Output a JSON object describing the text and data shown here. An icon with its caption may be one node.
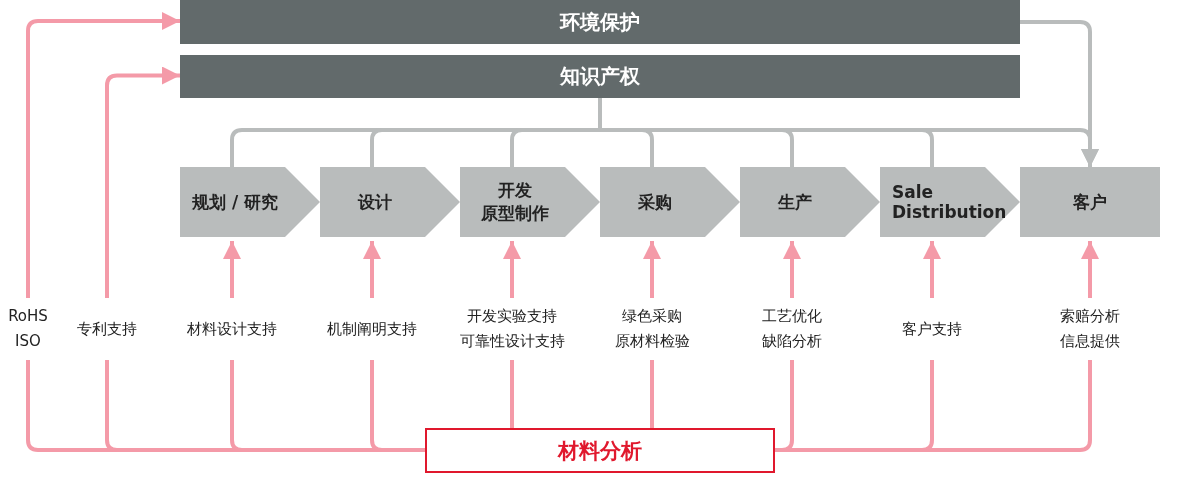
{
  "diagram": {
    "nodes": [
      {
        "text": [
          "环境保护"
        ]
      },
      {
        "text": [
          "知识产权"
        ]
      },
      {
        "text": [
          "规划 / 研究"
        ]
      },
      {
        "text": [
          "设计"
        ]
      },
      {
        "text": [
          "开发",
          "原型制作"
        ]
      },
      {
        "text": [
          "采购"
        ]
      },
      {
        "text": [
          "生产"
        ]
      },
      {
        "text": [
          "Sale Distribution"
        ]
      },
      {
        "text": [
          "客户"
        ]
      },
      {
        "text": [
          "RoHS ISO"
        ]
      },
      {
        "text": [
          "专利支持"
        ]
      },
      {
        "text": [
          "材料设计支持"
        ]
      },
      {
        "text": [
          "机制阐明支持"
        ]
      },
      {
        "text": [
          "开发实验支持",
          "可靠性设计支持"
        ]
      },
      {
        "text": [
          "绿色采购",
          "原材料检验"
        ]
      },
      {
        "text": [
          "工艺优化",
          "缺陷分析"
        ]
      },
      {
        "text": [
          "客户支持"
        ]
      },
      {
        "text": [
          "索赔分析",
          "信息提供"
        ]
      },
      {
        "text": [
          "材料分析"
        ]
      }
    ],
    "edges": [
      {
        "from": 9,
        "to": 0,
        "arrow": "to"
      },
      {
        "from": 10,
        "to": 1,
        "arrow": "to"
      },
      {
        "from": 11,
        "to": 2,
        "arrow": "to"
      },
      {
        "from": 12,
        "to": 3,
        "arrow": "to"
      },
      {
        "from": 13,
        "to": 4,
        "arrow": "to"
      },
      {
        "from": 14,
        "to": 5,
        "arrow": "to"
      },
      {
        "from": 15,
        "to": 6,
        "arrow": "to"
      },
      {
        "from": 16,
        "to": 7,
        "arrow": "to"
      },
      {
        "from": 17,
        "to": 8,
        "arrow": "to"
      },
      {
        "from": 18,
        "to": 9,
        "arrow": "none"
      },
      {
        "from": 18,
        "to": 10,
        "arrow": "none"
      },
      {
        "from": 18,
        "to": 11,
        "arrow": "none"
      },
      {
        "from": 18,
        "to": 12,
        "arrow": "none"
      },
      {
        "from": 18,
        "to": 13,
        "arrow": "none"
      },
      {
        "from": 18,
        "to": 14,
        "arrow": "none"
      },
      {
        "from": 18,
        "to": 15,
        "arrow": "none"
      },
      {
        "from": 18,
        "to": 16,
        "arrow": "none"
      },
      {
        "from": 18,
        "to": 17,
        "arrow": "none"
      },
      {
        "from": 0,
        "to": 8,
        "arrow": "to",
        "color": "#b9bcbc"
      },
      {
        "from": 1,
        "to": 2,
        "arrow": "none",
        "color": "#b9bcbc"
      },
      {
        "from": 1,
        "to": 3,
        "arrow": "none",
        "color": "#b9bcbc"
      },
      {
        "from": 1,
        "to": 4,
        "arrow": "none",
        "color": "#b9bcbc"
      },
      {
        "from": 1,
        "to": 5,
        "arrow": "none",
        "color": "#b9bcbc"
      },
      {
        "from": 1,
        "to": 6,
        "arrow": "none",
        "color": "#b9bcbc"
      },
      {
        "from": 1,
        "to": 7,
        "arrow": "none",
        "color": "#b9bcbc"
      },
      {
        "from": 1,
        "to": 8,
        "arrow": "to",
        "color": "#b9bcbc"
      }
    ]
  }
}
